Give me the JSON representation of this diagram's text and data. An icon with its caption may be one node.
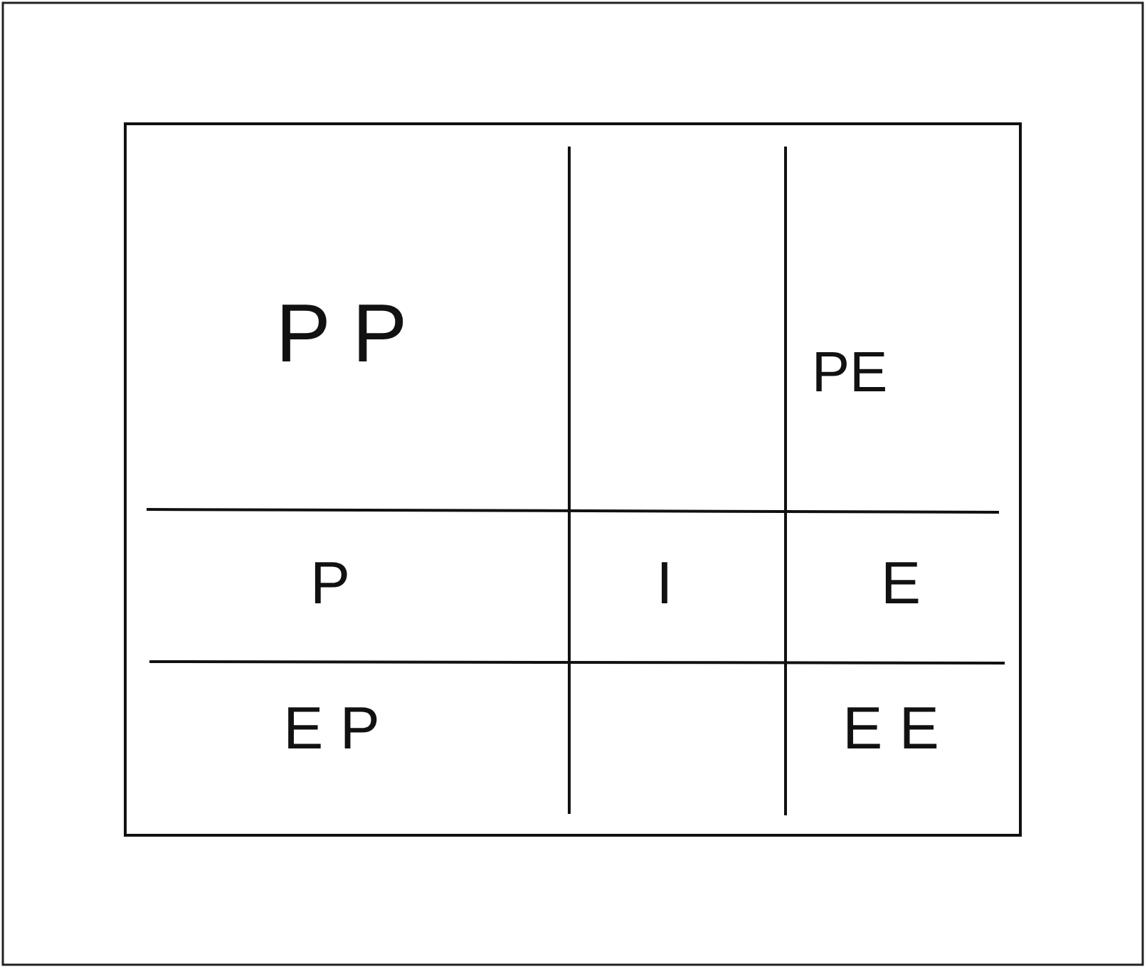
{
  "diagram": {
    "labels": [
      "P P",
      "PE",
      "P",
      "I",
      "E",
      "E P",
      "E E"
    ]
  }
}
